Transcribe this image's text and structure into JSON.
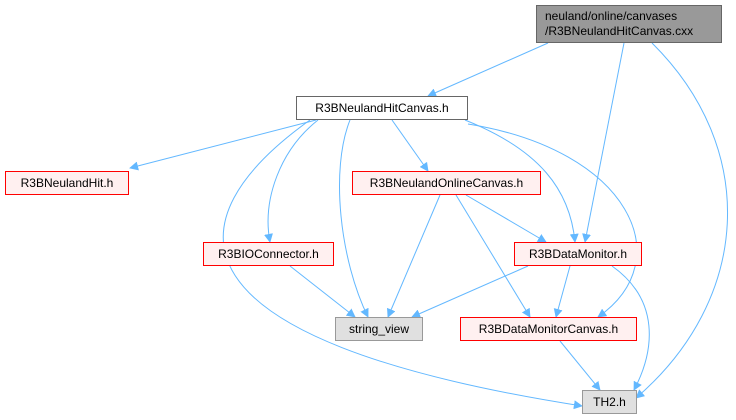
{
  "diagram": {
    "colors": {
      "edge": "#63b8ff",
      "root_fill": "#999999",
      "missing_border": "#ff0000",
      "missing_fill": "#fff0f0",
      "system_fill": "#e0e0e0"
    },
    "nodes": {
      "root": {
        "lines": [
          "neuland/online/canvases",
          "/R3BNeulandHitCanvas.cxx"
        ]
      },
      "hitcanvas_h": {
        "label": "R3BNeulandHitCanvas.h"
      },
      "neulandhit_h": {
        "label": "R3BNeulandHit.h"
      },
      "onlinecanvas_h": {
        "label": "R3BNeulandOnlineCanvas.h"
      },
      "ioconnector_h": {
        "label": "R3BIOConnector.h"
      },
      "datamonitor_h": {
        "label": "R3BDataMonitor.h"
      },
      "string_view": {
        "label": "string_view"
      },
      "datamonitorcanvas_h": {
        "label": "R3BDataMonitorCanvas.h"
      },
      "th2_h": {
        "label": "TH2.h"
      }
    },
    "edges": [
      {
        "from": "root",
        "to": "hitcanvas_h"
      },
      {
        "from": "root",
        "to": "datamonitor_h"
      },
      {
        "from": "root",
        "to": "th2_h"
      },
      {
        "from": "hitcanvas_h",
        "to": "neulandhit_h"
      },
      {
        "from": "hitcanvas_h",
        "to": "onlinecanvas_h"
      },
      {
        "from": "hitcanvas_h",
        "to": "ioconnector_h"
      },
      {
        "from": "hitcanvas_h",
        "to": "string_view"
      },
      {
        "from": "hitcanvas_h",
        "to": "datamonitor_h"
      },
      {
        "from": "hitcanvas_h",
        "to": "datamonitorcanvas_h"
      },
      {
        "from": "hitcanvas_h",
        "to": "th2_h"
      },
      {
        "from": "onlinecanvas_h",
        "to": "datamonitor_h"
      },
      {
        "from": "onlinecanvas_h",
        "to": "string_view"
      },
      {
        "from": "onlinecanvas_h",
        "to": "datamonitorcanvas_h"
      },
      {
        "from": "ioconnector_h",
        "to": "string_view"
      },
      {
        "from": "datamonitor_h",
        "to": "string_view"
      },
      {
        "from": "datamonitor_h",
        "to": "datamonitorcanvas_h"
      },
      {
        "from": "datamonitor_h",
        "to": "th2_h"
      },
      {
        "from": "datamonitorcanvas_h",
        "to": "th2_h"
      }
    ]
  }
}
